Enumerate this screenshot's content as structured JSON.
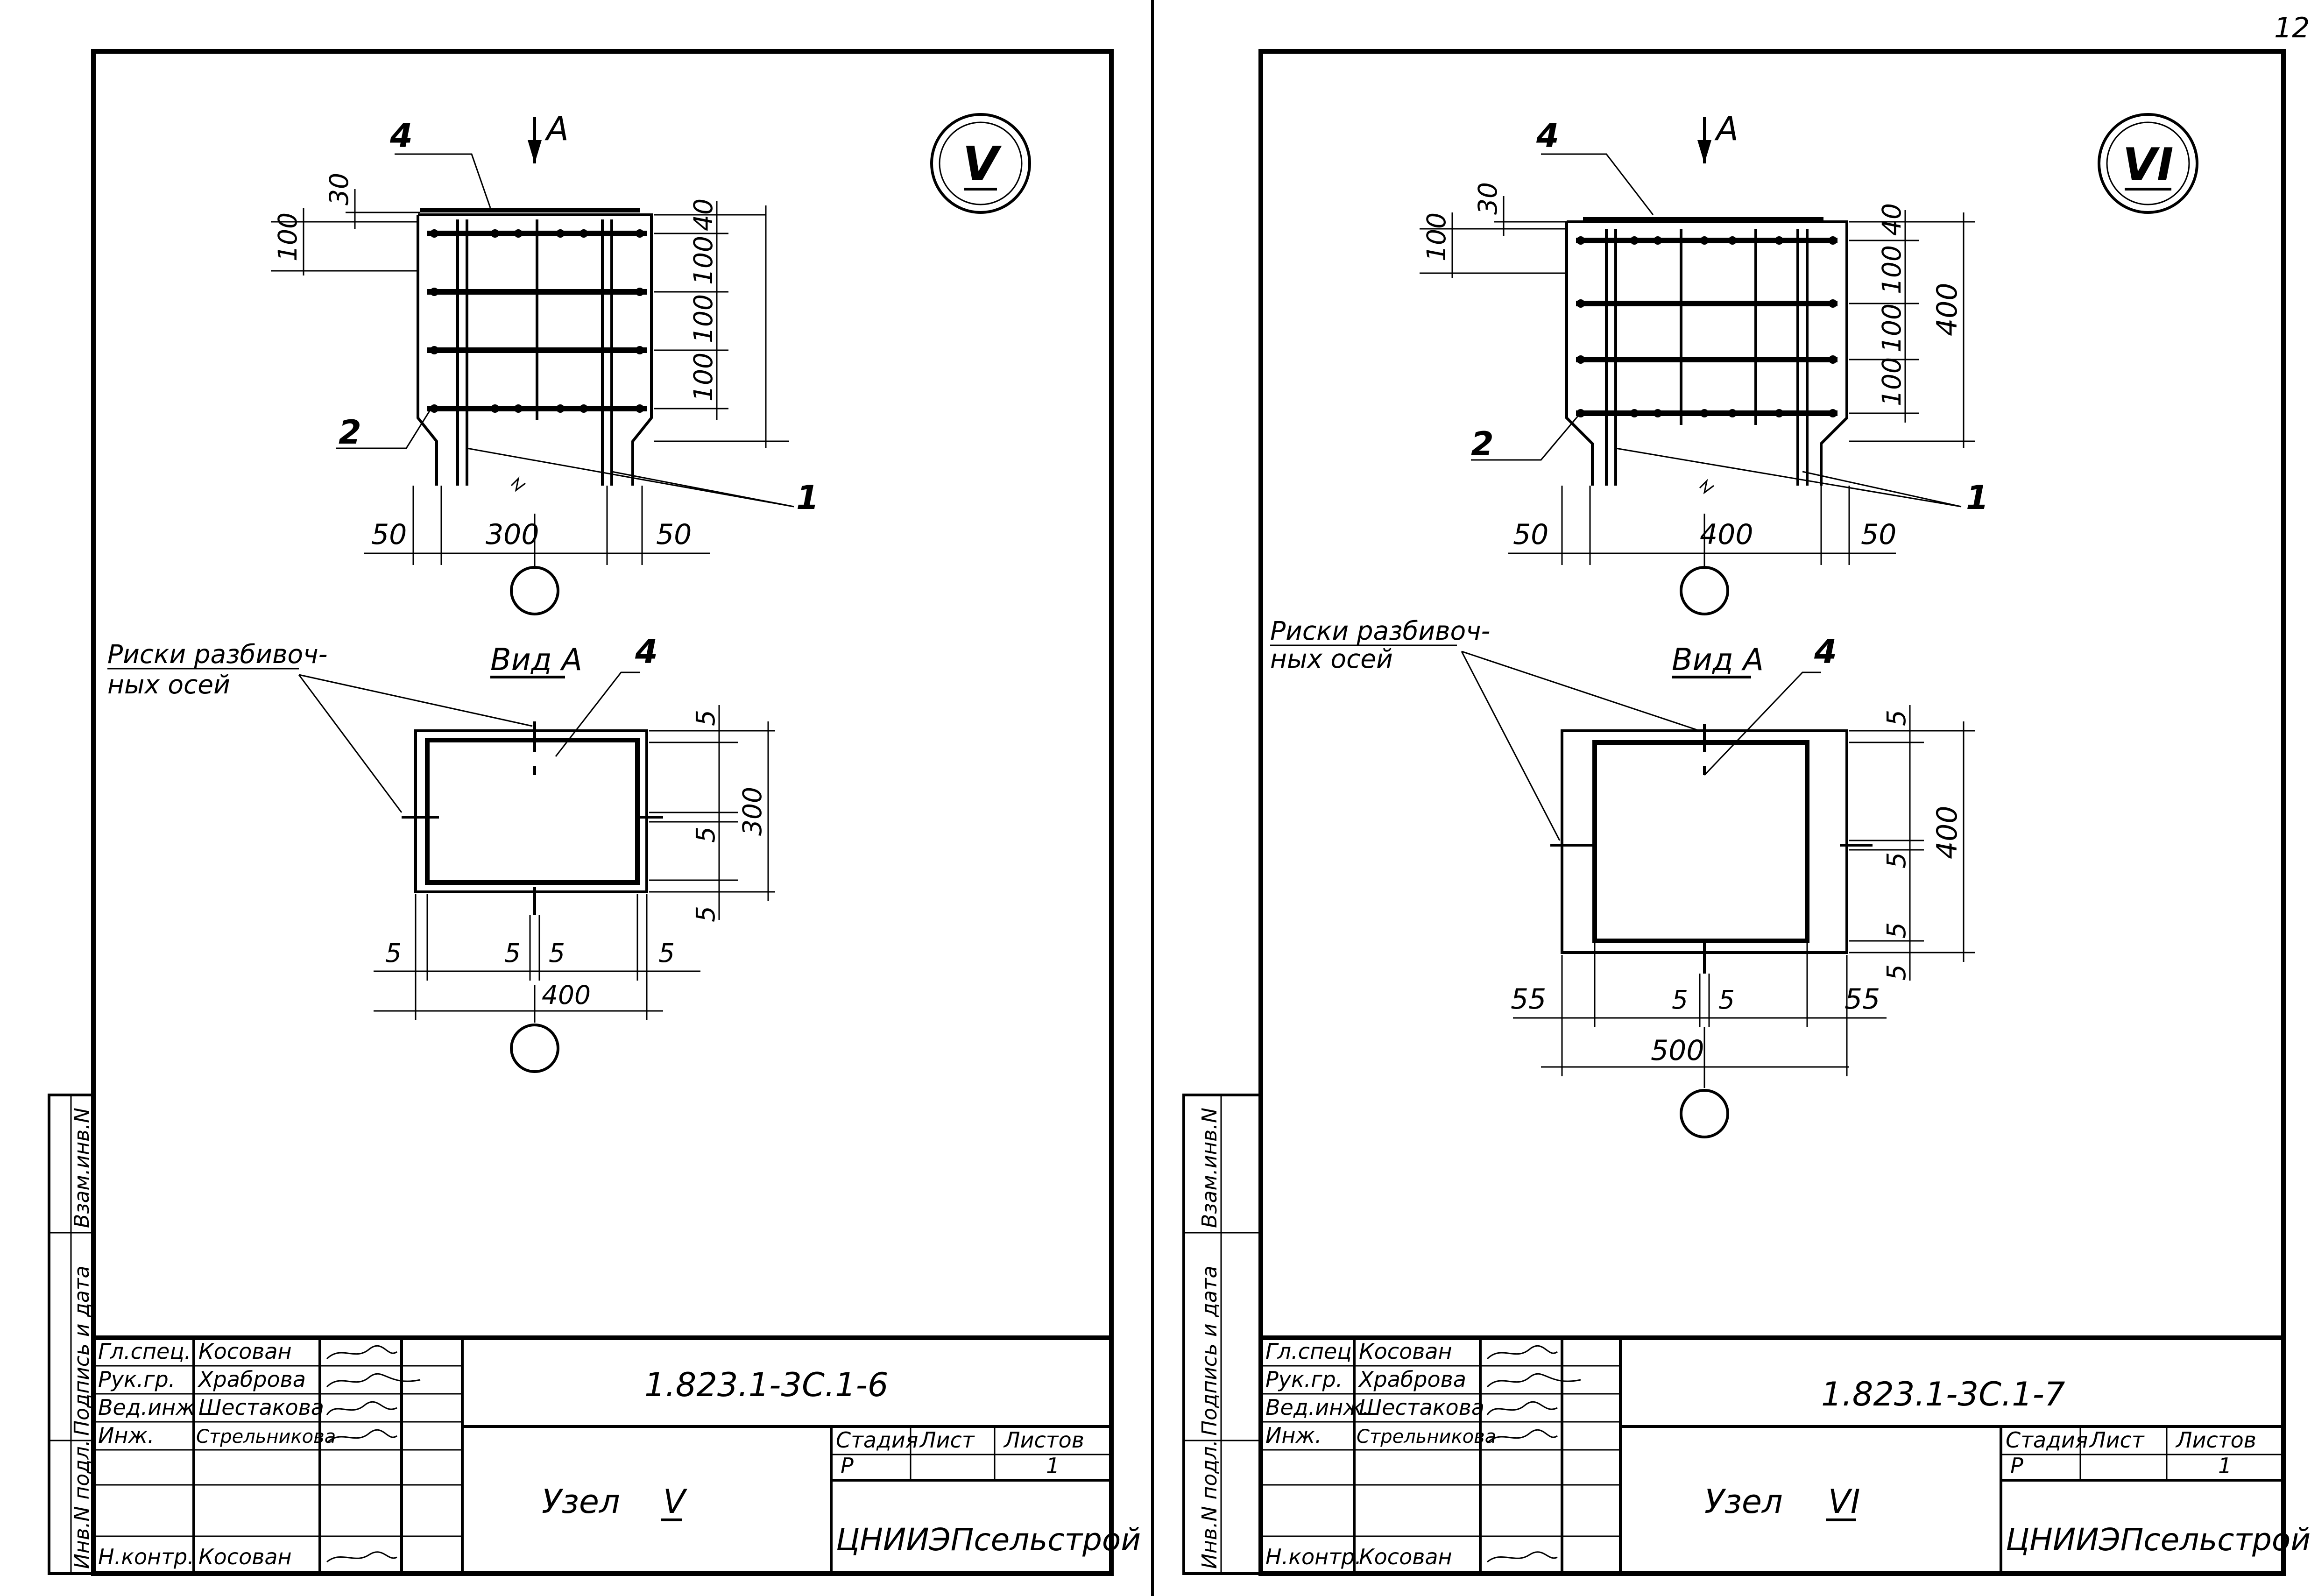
{
  "page_number": "12",
  "sheets": [
    {
      "node_mark": "V",
      "view_arrow_label": "А",
      "callouts": {
        "plate": "4",
        "weld": "2",
        "bars": "1",
        "view_plate": "4"
      },
      "section_dims": {
        "top_cover": "30",
        "side": "100",
        "right_a": "40",
        "right_b": "100",
        "right_c": "100",
        "right_d": "100",
        "bottom_left": "50",
        "bottom_mid": "300",
        "bottom_right": "50"
      },
      "marks_label_line1": "Риски разбивоч-",
      "marks_label_line2": "ных осей",
      "view_title": "Вид А",
      "view_dims": {
        "top": "5",
        "height": "300",
        "mid_r": "5",
        "bot_r": "5",
        "left": "5",
        "c1": "5",
        "c2": "5",
        "right": "5",
        "width": "400"
      },
      "title_block": {
        "roles": [
          "Гл.спец.",
          "Рук.гр.",
          "Вед.инж",
          "Инж.",
          "",
          "Н.контр."
        ],
        "names": [
          "Косован",
          "Храброва",
          "Шестакова",
          "Стрельникова",
          "",
          "Косован"
        ],
        "code": "1.823.1-3С.1-6",
        "title_prefix": "Узел",
        "title_mark": "V",
        "stage_head": "Стадия",
        "sheet_head": "Лист",
        "sheets_head": "Листов",
        "stage": "Р",
        "sheet": "",
        "sheets": "1",
        "org": "ЦНИИЭПсельстрой"
      },
      "side_stamp": {
        "inv_orig": "Инв.N подл.",
        "sign_date": "Подпись и дата",
        "repl_inv": "Взам.инв.N"
      }
    },
    {
      "node_mark": "VI",
      "view_arrow_label": "А",
      "callouts": {
        "plate": "4",
        "weld": "2",
        "bars": "1",
        "view_plate": "4"
      },
      "section_dims": {
        "top_cover": "30",
        "side": "100",
        "right_a": "40",
        "right_b": "100",
        "right_c": "100",
        "right_d": "100",
        "total": "400",
        "bottom_left": "50",
        "bottom_mid": "400",
        "bottom_right": "50"
      },
      "marks_label_line1": "Риски разбивоч-",
      "marks_label_line2": "ных осей",
      "view_title": "Вид А",
      "view_dims": {
        "top": "5",
        "height": "400",
        "mid_r": "5",
        "bot_r1": "5",
        "bot_r2": "5",
        "left": "55",
        "c1": "5",
        "c2": "5",
        "right": "55",
        "width": "500"
      },
      "title_block": {
        "roles": [
          "Гл.спец.",
          "Рук.гр.",
          "Вед.инж.",
          "Инж.",
          "",
          "Н.контр."
        ],
        "names": [
          "Косован",
          "Храброва",
          "Шестакова",
          "Стрельникова",
          "",
          "Косован"
        ],
        "code": "1.823.1-3С.1-7",
        "title_prefix": "Узел",
        "title_mark": "VI",
        "stage_head": "Стадия",
        "sheet_head": "Лист",
        "sheets_head": "Листов",
        "stage": "Р",
        "sheet": "",
        "sheets": "1",
        "org": "ЦНИИЭПсельстрой"
      },
      "side_stamp": {
        "inv_orig": "Инв.N подл.",
        "sign_date": "Подпись и дата",
        "repl_inv": "Взам.инв.N"
      }
    }
  ]
}
